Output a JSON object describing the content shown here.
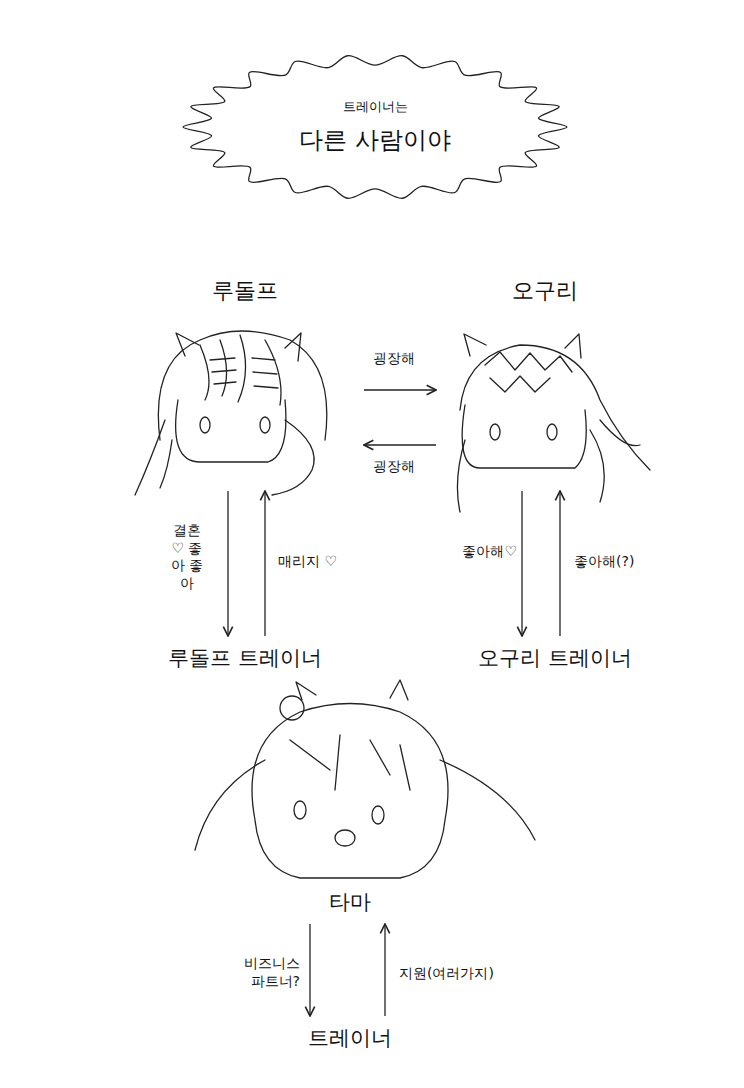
{
  "diagram": {
    "nodes": [
      {
        "text": [
          "트레이너는",
          "다른 사람이야"
        ]
      },
      {
        "text": [
          "루돌프"
        ]
      },
      {
        "text": [
          "오구리"
        ]
      },
      {
        "text": [
          "루돌프 트레이너"
        ]
      },
      {
        "text": [
          "오구리 트레이너"
        ]
      },
      {
        "text": [
          "타마"
        ]
      },
      {
        "text": [
          "트레이너"
        ]
      }
    ],
    "edges": [
      {
        "from": 1,
        "to": 2,
        "label": "굉장해",
        "arrow": "to"
      },
      {
        "from": 2,
        "to": 1,
        "label": "굉장해",
        "arrow": "to"
      },
      {
        "from": 1,
        "to": 3,
        "label": "결혼 ♡ 좋아 좋아",
        "arrow": "to"
      },
      {
        "from": 3,
        "to": 1,
        "label": "매리지 ♡",
        "arrow": "to"
      },
      {
        "from": 2,
        "to": 4,
        "label": "좋아해♡",
        "arrow": "to"
      },
      {
        "from": 4,
        "to": 2,
        "label": "좋아해(?)",
        "arrow": "to"
      },
      {
        "from": 5,
        "to": 6,
        "label": "비즈니스 파트너?",
        "arrow": "to"
      },
      {
        "from": 6,
        "to": 5,
        "label": "지원(여러가지)",
        "arrow": "to"
      }
    ]
  }
}
